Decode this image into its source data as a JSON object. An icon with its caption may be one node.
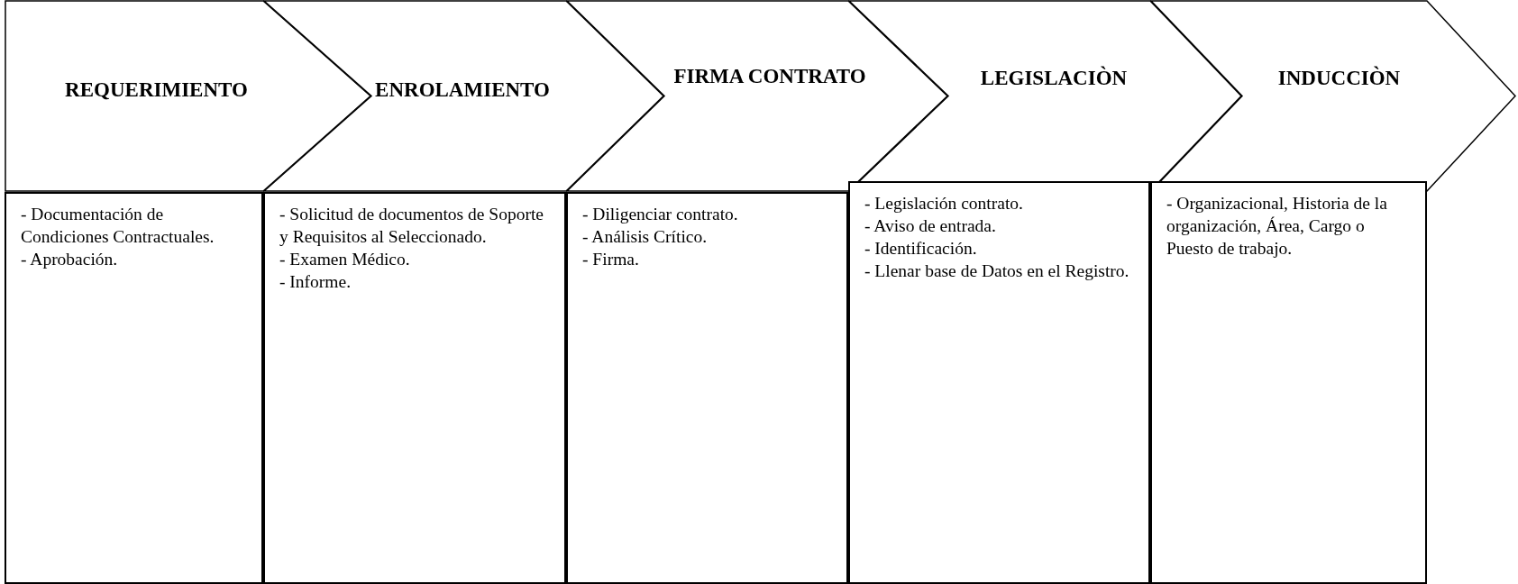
{
  "diagram": {
    "nodes": [
      {
        "text": [
          "REQUERIMIENTO"
        ]
      },
      {
        "text": [
          "ENROLAMIENTO"
        ]
      },
      {
        "text": [
          "FIRMA CONTRATO"
        ]
      },
      {
        "text": [
          "LEGISLACIÒN"
        ]
      },
      {
        "text": [
          "INDUCCIÒN"
        ]
      },
      {
        "text": [
          "- Documentación de Condiciones Contractuales.",
          "- Aprobación."
        ]
      },
      {
        "text": [
          "- Solicitud de documentos de Soporte y Requisitos al Seleccionado.",
          "- Examen Médico.",
          "- Informe."
        ]
      },
      {
        "text": [
          "- Diligenciar contrato.",
          "- Análisis Crítico.",
          "- Firma."
        ]
      },
      {
        "text": [
          "- Legislación contrato.",
          "- Aviso de entrada.",
          "- Identificación.",
          "- Llenar base de Datos en el Registro."
        ]
      },
      {
        "text": [
          "- Organizacional, Historia de la organización, Área, Cargo o Puesto de trabajo."
        ]
      }
    ]
  }
}
